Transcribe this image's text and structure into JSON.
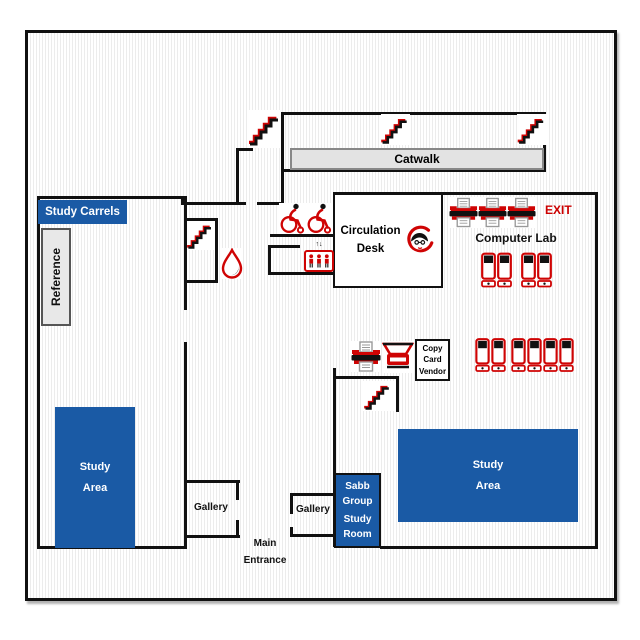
{
  "floorplan": {
    "labels": {
      "study_carrels": "Study Carrels",
      "reference": "Reference",
      "catwalk": "Catwalk",
      "circulation": [
        "Circulation",
        "Desk"
      ],
      "computer_lab": "Computer Lab",
      "exit": "EXIT",
      "copy_card_vendor": [
        "Copy",
        "Card",
        "Vendor"
      ],
      "study_area": [
        "Study",
        "Area"
      ],
      "sabb": [
        "Sabb",
        "Group",
        "Study",
        "Room"
      ],
      "gallery_west": "Gallery",
      "gallery_east": "Gallery",
      "main_entrance": [
        "Main",
        "Entrance"
      ],
      "elevator_arrows": "↑↓"
    },
    "icons": {
      "stairs-icon": "svg-staircase-red-black",
      "printer-icon": "svg-printer-red",
      "copier-icon": "svg-copier-red",
      "computer-icon": "svg-computer-tower-red",
      "wheelchair-icon": "svg-wheelchair-accessible",
      "elevator-icon": "svg-elevator-three-people",
      "water-fountain-icon": "svg-water-drop",
      "help-desk-person-icon": "svg-person-with-headset"
    },
    "colors": {
      "room_blue": "#1a5aa5",
      "icon_red": "#cf0404",
      "exit_red": "#cc0000",
      "wall": "#111111",
      "catwalk_gray": "#e3e3e3",
      "reference_gray": "#e8e8e8"
    }
  }
}
